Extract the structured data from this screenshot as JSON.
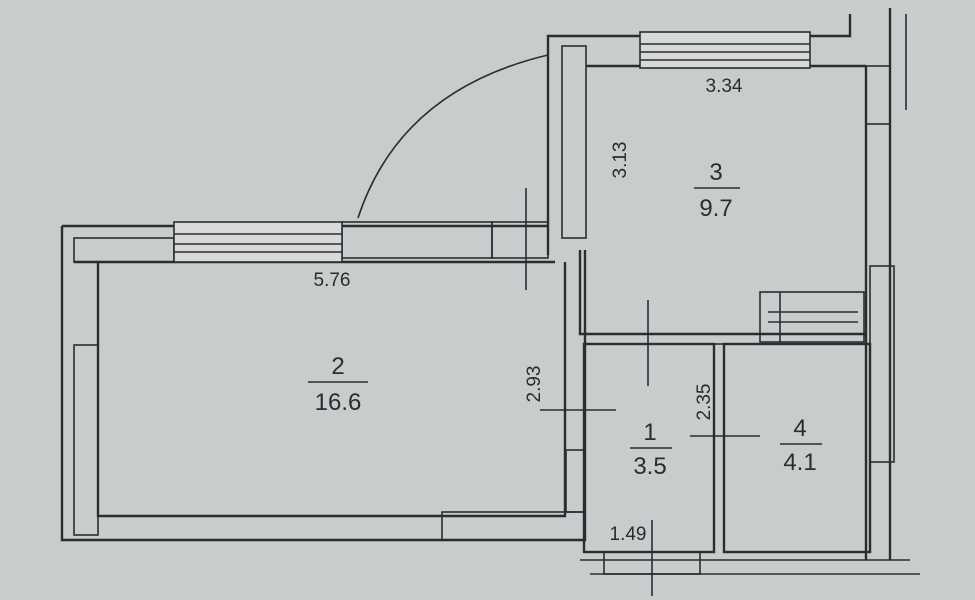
{
  "rooms": [
    {
      "number": "1",
      "area": "3.5"
    },
    {
      "number": "2",
      "area": "16.6"
    },
    {
      "number": "3",
      "area": "9.7"
    },
    {
      "number": "4",
      "area": "4.1"
    }
  ],
  "dimensions": {
    "room2_width": "5.76",
    "room2_height": "2.93",
    "room3_width": "3.34",
    "room3_height": "3.13",
    "room1_width": "1.49",
    "room1_height": "2.35"
  }
}
